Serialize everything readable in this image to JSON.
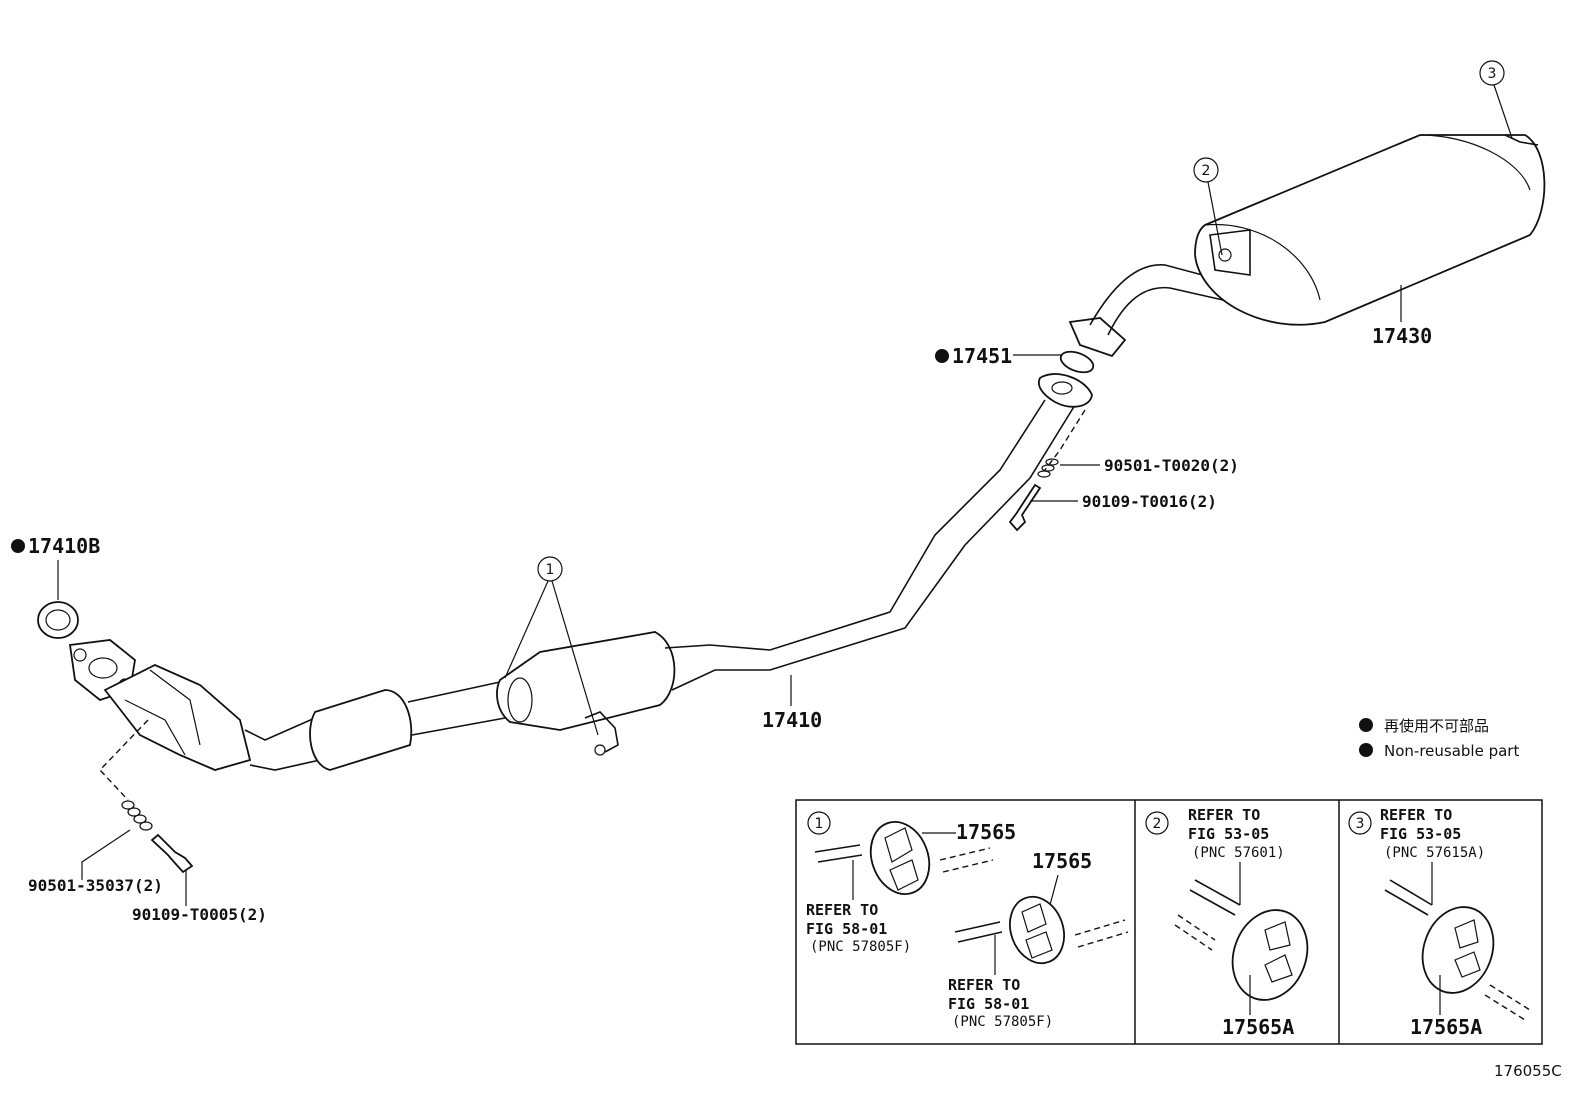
{
  "labels": {
    "p17410B": "17410B",
    "p17410": "17410",
    "p17451": "17451",
    "p17430": "17430",
    "p90501_T0020": "90501-T0020(2)",
    "p90109_T0016": "90109-T0016(2)",
    "p90501_35037": "90501-35037(2)",
    "p90109_T0005": "90109-T0005(2)",
    "fig_code": "176055C"
  },
  "callouts": {
    "c1": "1",
    "c2": "2",
    "c3": "3"
  },
  "legend": {
    "line1": "再使用不可部品",
    "line2": "Non-reusable part"
  },
  "detail1": {
    "num": "1",
    "part_top": "17565",
    "part_mid": "17565",
    "refer_a": "REFER TO",
    "fig_a": "FIG 58-01",
    "pnc_a": "(PNC 57805F)",
    "refer_b": "REFER TO",
    "fig_b": "FIG 58-01",
    "pnc_b": "(PNC 57805F)"
  },
  "detail2": {
    "num": "2",
    "refer": "REFER TO",
    "fig": "FIG 53-05",
    "pnc": "(PNC 57601)",
    "part": "17565A"
  },
  "detail3": {
    "num": "3",
    "refer": "REFER TO",
    "fig": "FIG 53-05",
    "pnc": "(PNC 57615A)",
    "part": "17565A"
  }
}
